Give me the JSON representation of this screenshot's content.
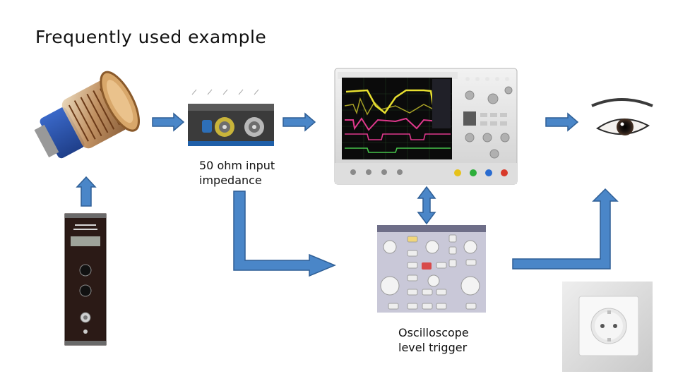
{
  "slide": {
    "title": "Frequently used example"
  },
  "labels": {
    "input_impedance": "50 ohm input\nimpedance",
    "level_trigger": "Oscilloscope\nlevel trigger"
  },
  "images": [
    "photomultiplier-tube",
    "scope-input-connectors",
    "digital-oscilloscope",
    "human-eye",
    "nim-module",
    "trigger-control-panel",
    "power-outlet"
  ],
  "colors": {
    "arrow_fill": "#4a86c8",
    "arrow_stroke": "#2f5f96"
  }
}
